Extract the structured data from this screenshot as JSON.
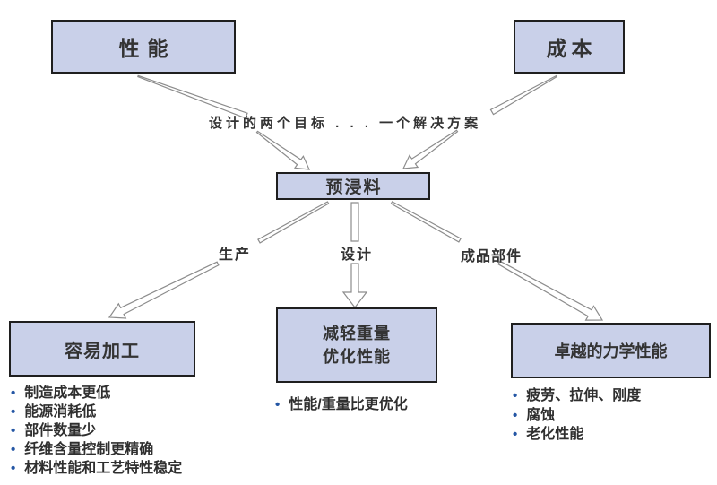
{
  "diagram": {
    "top_left_box": {
      "label": "性能"
    },
    "top_right_box": {
      "label": "成本"
    },
    "convergence_caption": "设计的两个目标 . . . 一个解决方案",
    "center_box": {
      "label": "预浸料"
    },
    "branches": {
      "production": "生产",
      "design": "设计",
      "finished_parts": "成品部件"
    },
    "bottom_sections": [
      {
        "id": "easy-processing",
        "title_lines": [
          "容易加工"
        ],
        "bullets": [
          "制造成本更低",
          "能源消耗低",
          "部件数量少",
          "纤维含量控制更精确",
          "材料性能和工艺特性稳定"
        ]
      },
      {
        "id": "lighter-weight-optimized",
        "title_lines": [
          "减轻重量",
          "优化性能"
        ],
        "bullets": [
          "性能/重量比更优化"
        ]
      },
      {
        "id": "mechanical-performance",
        "title_lines": [
          "卓越的力学性能"
        ],
        "bullets": [
          "疲劳、拉伸、刚度",
          "腐蚀",
          "老化性能"
        ]
      }
    ],
    "colors": {
      "box_fill": "#c9d0e9",
      "box_border": "#1f1f1f",
      "arrow_stroke": "#8c8c8c",
      "bullet_dot": "#2456a4",
      "text": "#333333"
    }
  }
}
